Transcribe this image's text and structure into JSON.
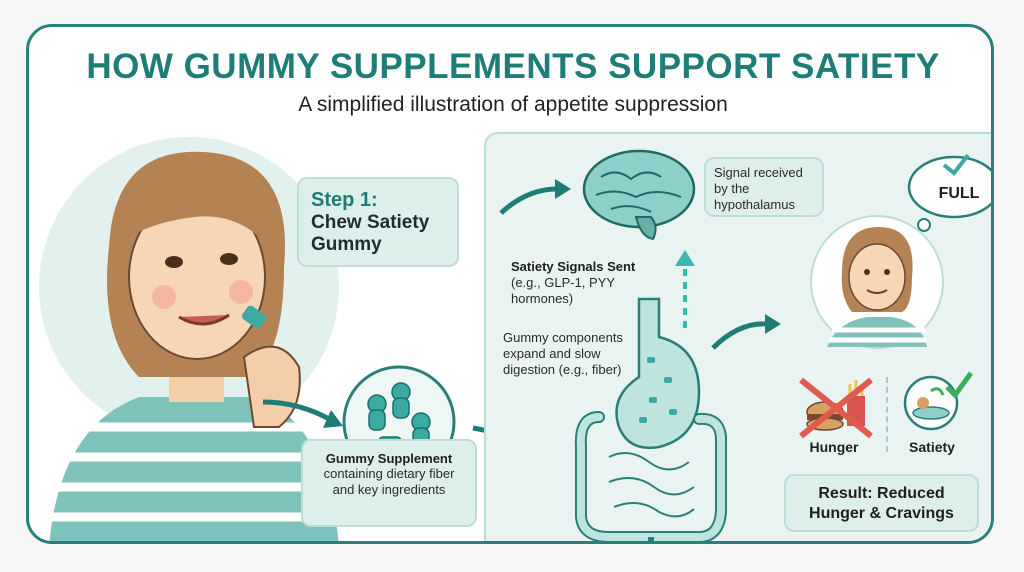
{
  "header": {
    "title": "HOW GUMMY SUPPLEMENTS SUPPORT SATIETY",
    "subtitle": "A simplified illustration of appetite suppression"
  },
  "step1": {
    "title": "Step 1:",
    "body": "Chew Satiety Gummy"
  },
  "supplement": {
    "title": "Gummy Supplement",
    "desc": "containing dietary fiber and key ingredients"
  },
  "brain_label": "Signal received by the hypothalamus",
  "signals": {
    "title": "Satiety Signals Sent",
    "desc": "(e.g., GLP-1, PYY hormones)"
  },
  "gut_label": "Gummy components expand and slow digestion (e.g., fiber)",
  "thought": "FULL",
  "hunger_label": "Hunger",
  "satiety_label": "Satiety",
  "result": "Result: Reduced Hunger & Cravings",
  "colors": {
    "teal": "#1e7d76",
    "gummy": "#3aaaa3",
    "red_x": "#e05a4e",
    "check": "#3cae5a"
  }
}
